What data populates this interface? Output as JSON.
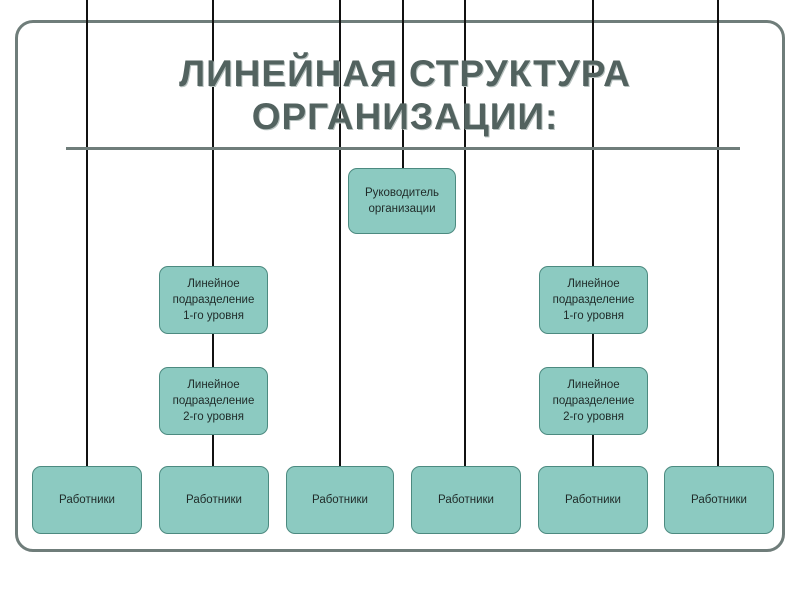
{
  "title": {
    "line1": "ЛИНЕЙНАЯ СТРУКТУРА",
    "line2": "ОРГАНИЗАЦИИ:"
  },
  "org_chart": {
    "head": "Руководитель\nорганизации",
    "left_branch": {
      "level1": "Линейное\nподразделение\n1-го уровня",
      "level2": "Линейное\nподразделение\n2-го уровня"
    },
    "right_branch": {
      "level1": "Линейное\nподразделение\n1-го уровня",
      "level2": "Линейное\nподразделение\n2-го уровня"
    },
    "workers": [
      "Работники",
      "Работники",
      "Работники",
      "Работники",
      "Работники",
      "Работники"
    ]
  },
  "colors": {
    "box_fill": "#8ccac1",
    "box_border": "#4c8a80",
    "frame": "#6f7d7a",
    "title": "#52625f",
    "connector": "#111111"
  }
}
